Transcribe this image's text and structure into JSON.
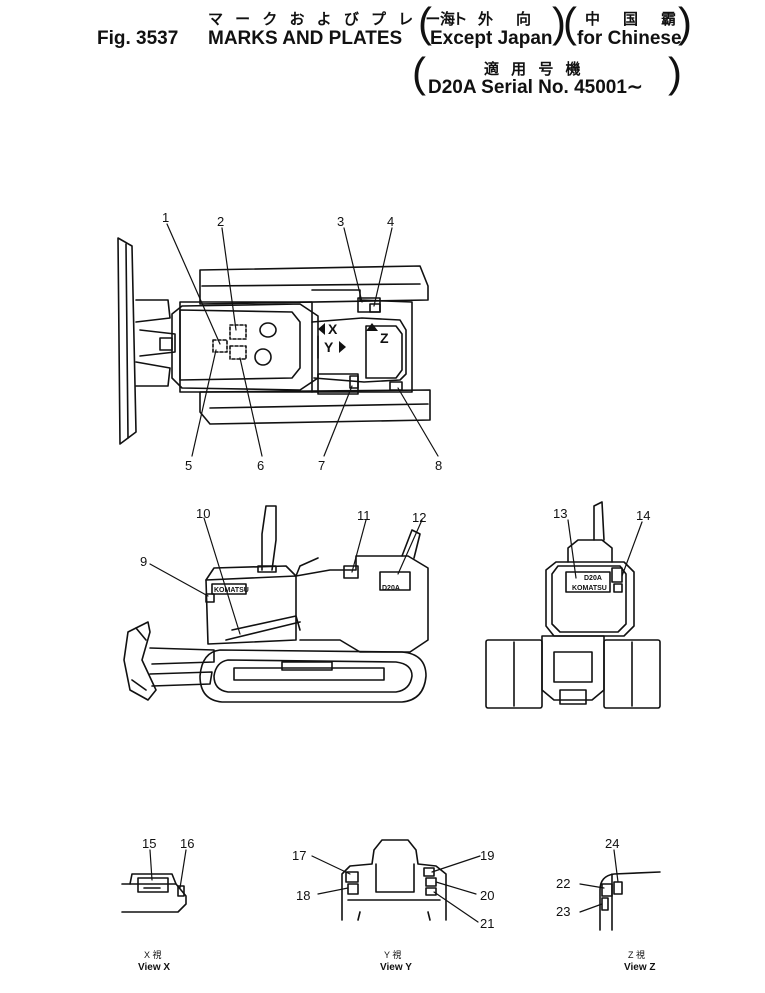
{
  "header": {
    "title_jp": "マ ー ク お よ び プ レ ー ト",
    "fig_label": "Fig. 3537",
    "title_en": "MARKS AND PLATES",
    "dest1_jp": "海　外　向",
    "dest1_en": "Except Japan",
    "dest2_jp": "中　国　霸",
    "dest2_en": "for Chinese",
    "serial_jp": "適 用 号 機",
    "serial_en": "D20A Serial No. 45001∼"
  },
  "top_view": {
    "callouts": [
      "1",
      "2",
      "3",
      "4",
      "5",
      "6",
      "7",
      "8"
    ],
    "arrow_x": "X",
    "arrow_y": "Y",
    "arrow_z": "Z"
  },
  "side_view": {
    "callouts": [
      "9",
      "10",
      "11",
      "12"
    ],
    "brand": "KOMATSU",
    "model": "D20A"
  },
  "rear_view": {
    "callouts": [
      "13",
      "14"
    ],
    "model": "D20A",
    "brand": "KOMATSU"
  },
  "detail_views": [
    {
      "callouts": [
        "15",
        "16"
      ],
      "view_jp": "X 視",
      "view_en": "View X"
    },
    {
      "callouts": [
        "17",
        "18",
        "19",
        "20",
        "21"
      ],
      "view_jp": "Y 視",
      "view_en": "View Y"
    },
    {
      "callouts": [
        "22",
        "23",
        "24"
      ],
      "view_jp": "Z 視",
      "view_en": "View Z"
    }
  ]
}
